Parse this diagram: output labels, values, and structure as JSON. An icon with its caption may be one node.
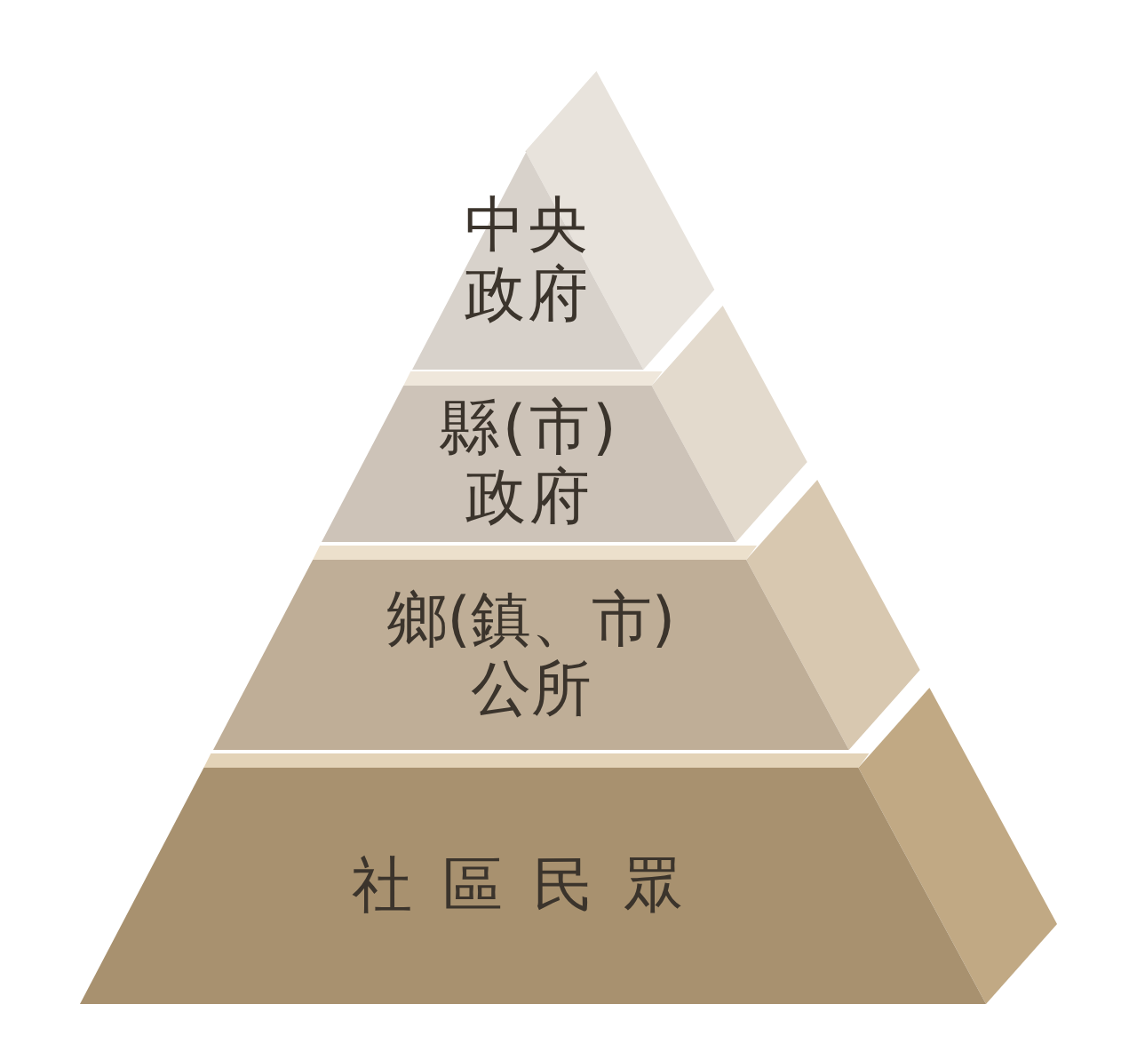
{
  "diagram": {
    "nodes": [
      {
        "text": [
          "中央政府"
        ]
      },
      {
        "text": [
          "縣(市)政府"
        ]
      },
      {
        "text": [
          "鄉(鎮、市)公所"
        ]
      },
      {
        "text": [
          "社區民眾"
        ]
      }
    ]
  }
}
